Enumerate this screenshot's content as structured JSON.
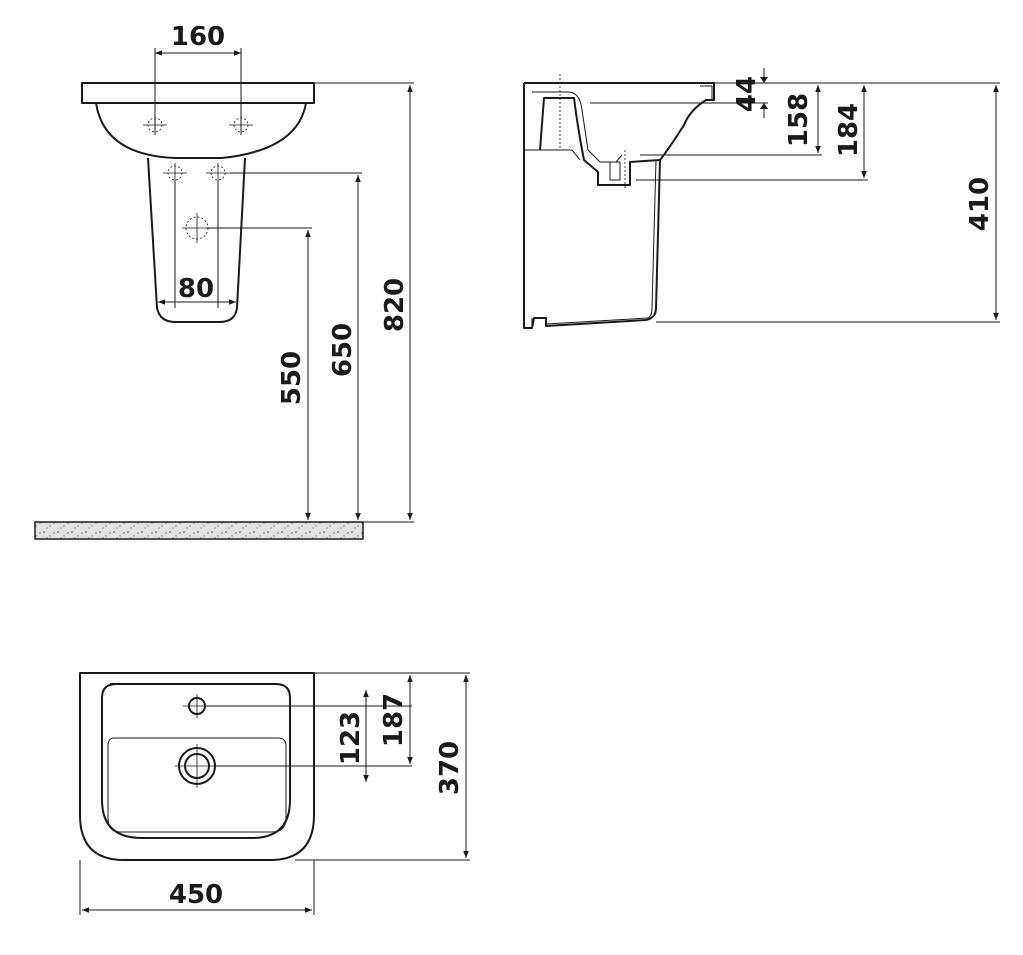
{
  "front_view": {
    "tap_hole_spacing": "160",
    "waste_outlet_spacing": "80",
    "outlet_height": "550",
    "supply_height": "650",
    "rim_height": "820"
  },
  "side_view": {
    "rim_thickness": "44",
    "overflow_depth": "158",
    "outlet_depth": "184",
    "pedestal_height": "410"
  },
  "top_view": {
    "drain_offset": "123",
    "tap_to_drain": "187",
    "depth": "370",
    "width": "450"
  },
  "colors": {
    "line": "#1a1a1a",
    "floor_fill": "#d6d6d6"
  },
  "icons": [
    "arrow-icon",
    "tap-hole-icon",
    "drain-icon"
  ]
}
